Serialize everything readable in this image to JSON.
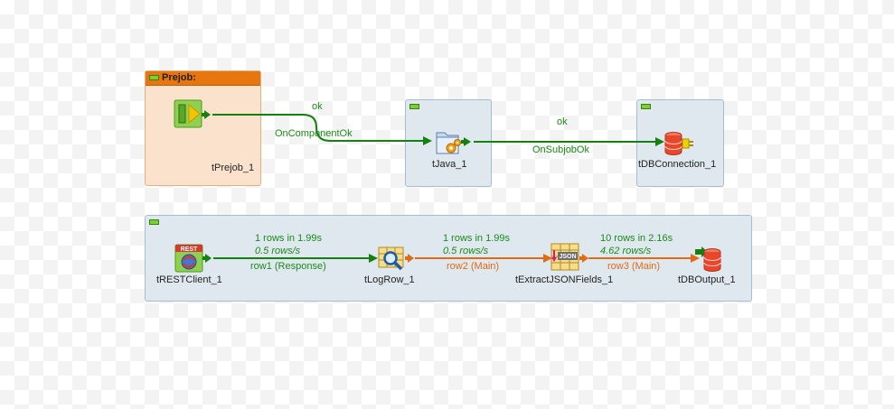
{
  "subjobs": {
    "prejob_title": "Prejob:"
  },
  "components": {
    "tprejob": "tPrejob_1",
    "tjava": "tJava_1",
    "tdbconnection": "tDBConnection_1",
    "trestclient": "tRESTClient_1",
    "tlogrow": "tLogRow_1",
    "textractjson": "tExtractJSONFields_1",
    "tdboutput": "tDBOutput_1"
  },
  "connections": {
    "prejob_to_java": {
      "type": "OnComponentOk",
      "status": "ok"
    },
    "java_to_db": {
      "type": "OnSubjobOk",
      "status": "ok"
    },
    "row1": {
      "label": "row1 (Response)",
      "stat_rows": "1 rows in 1.99s",
      "stat_rate": "0.5 rows/s"
    },
    "row2": {
      "label": "row2 (Main)",
      "stat_rows": "1 rows in 1.99s",
      "stat_rate": "0.5 rows/s"
    },
    "row3": {
      "label": "row3 (Main)",
      "stat_rows": "10 rows in 2.16s",
      "stat_rate": "4.62 rows/s"
    }
  },
  "icons": {
    "rest_text": "REST",
    "json_text": "JSON"
  },
  "colors": {
    "trigger_green": "#15800f",
    "main_orange": "#e06a16",
    "prejob_header": "#e8760e",
    "subjob_bg": "#dfe8ef",
    "prejob_bg": "#fbe2cc",
    "db_red": "#e8472c"
  }
}
